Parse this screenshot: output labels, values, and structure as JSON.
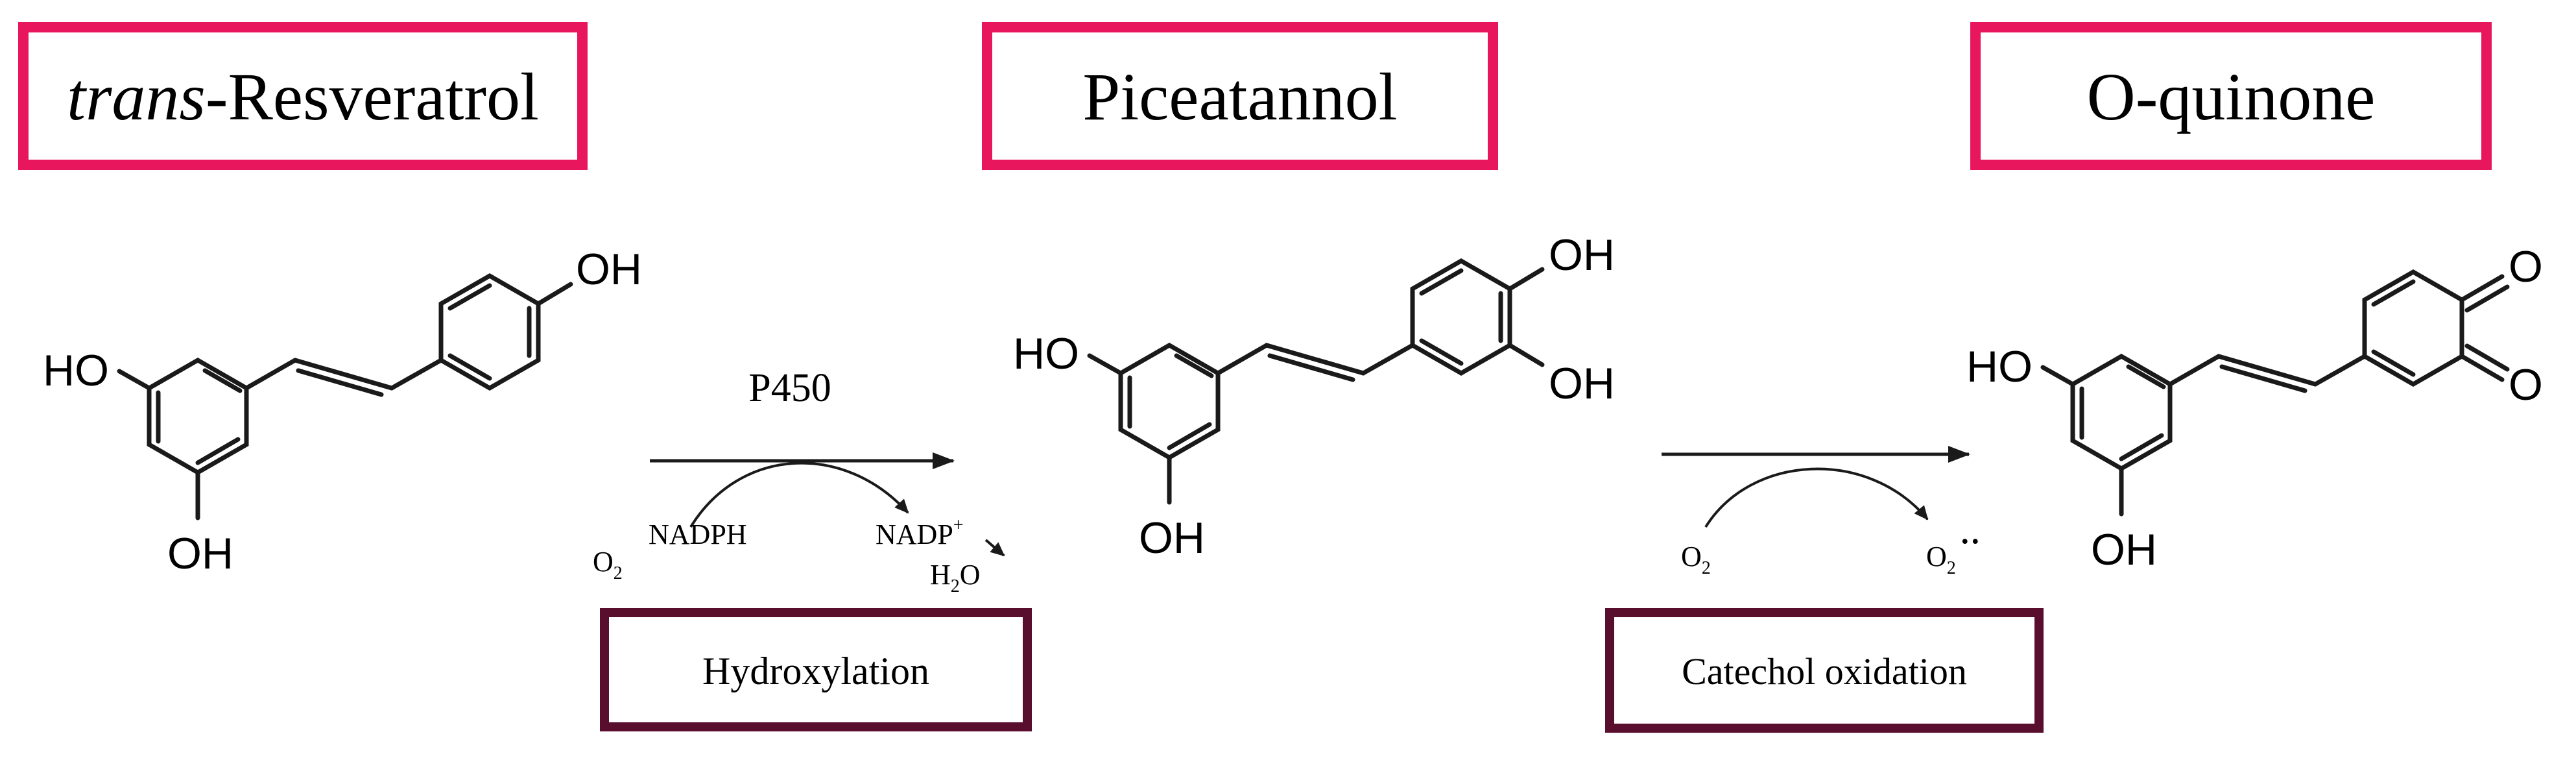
{
  "compounds": [
    {
      "italic_prefix": "trans",
      "name": "-Resveratrol"
    },
    {
      "italic_prefix": "",
      "name": "Piceatannol"
    },
    {
      "italic_prefix": "",
      "name": "O-quinone"
    }
  ],
  "reactions": [
    {
      "catalyst": "P450",
      "reagent_in": "O",
      "reagent_in_sub": "2",
      "cofactor_in": "NADPH",
      "cofactor_out": "NADP",
      "cofactor_out_sup": "+",
      "product_out": "H",
      "product_out_sub": "2",
      "product_out_tail": "O",
      "process": "Hydroxylation"
    },
    {
      "reagent_in": "O",
      "reagent_in_sub": "2",
      "product_out": "O",
      "product_out_sub": "2",
      "product_out_dots": "··",
      "process": "Catechol oxidation"
    }
  ],
  "atom_labels": {
    "resveratrol": [
      "OH",
      "HO",
      "OH"
    ],
    "piceatannol": [
      "OH",
      "OH",
      "HO",
      "OH"
    ],
    "quinone": [
      "O",
      "O",
      "HO",
      "OH"
    ]
  },
  "colors": {
    "compound_box": "#e8175d",
    "process_box": "#5a0e2e",
    "line": "#1a1a1a"
  }
}
